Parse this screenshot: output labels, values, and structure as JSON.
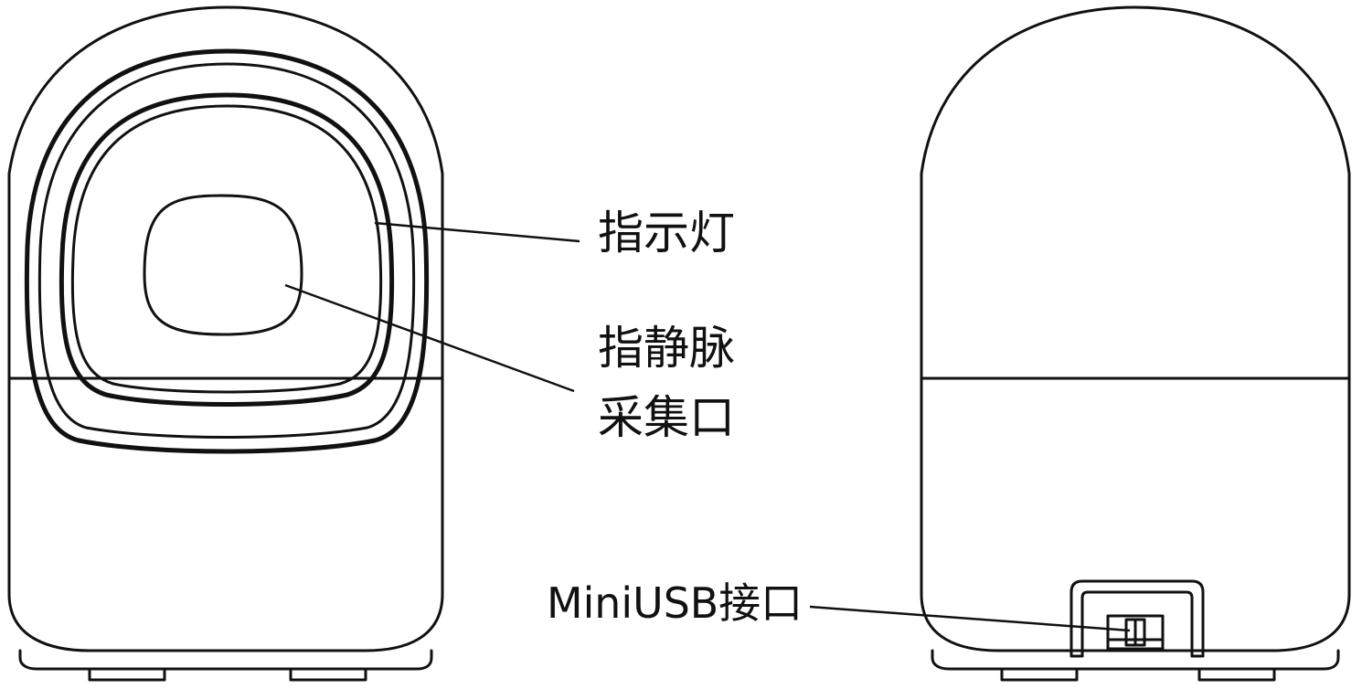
{
  "labels": {
    "indicator_light": "指示灯",
    "finger_vein_line1": "指静脉",
    "finger_vein_line2": "采集口",
    "mini_usb_port": "MiniUSB接口"
  },
  "colors": {
    "line": "#111111",
    "background": "#ffffff"
  }
}
